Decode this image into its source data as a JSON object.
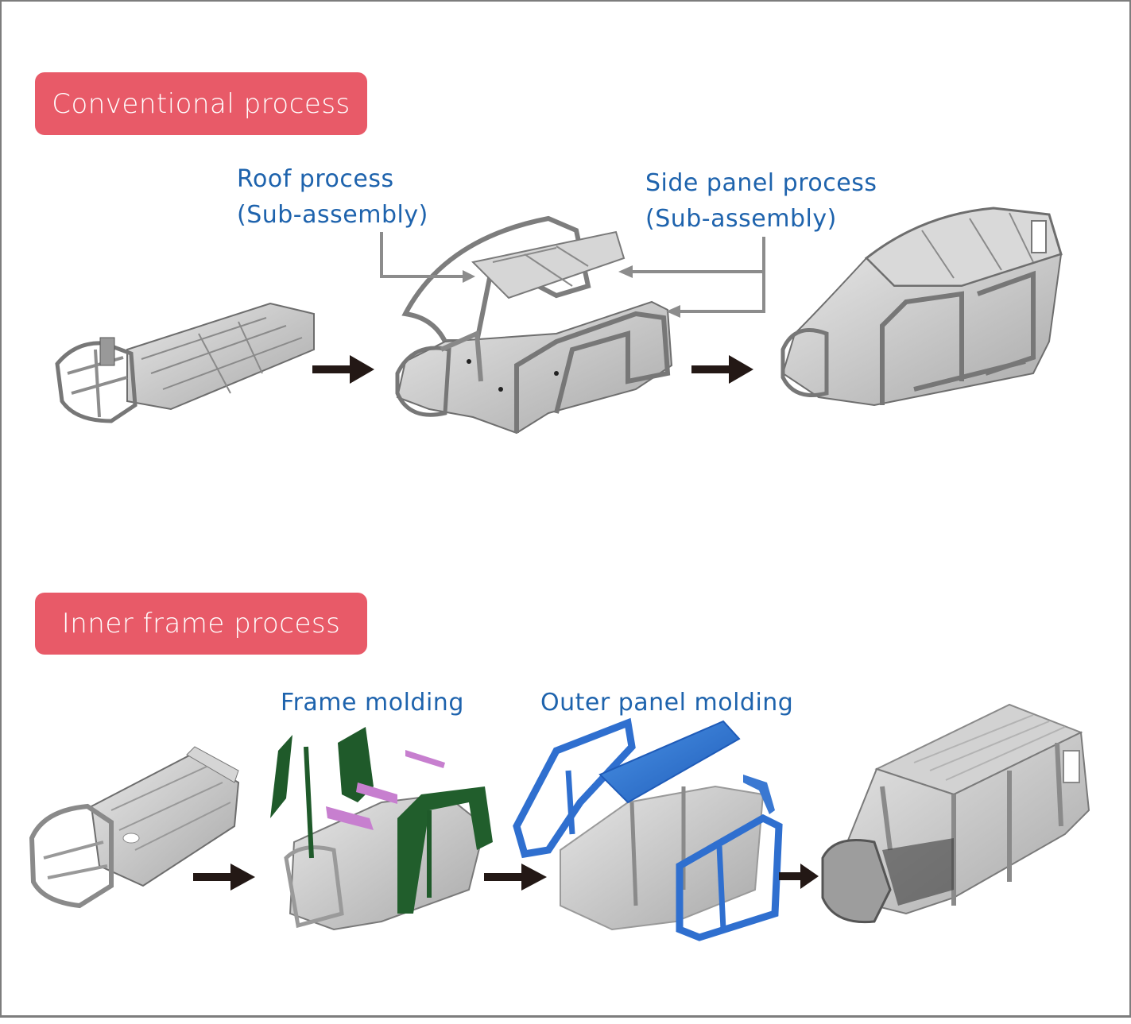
{
  "sections": {
    "conventional": {
      "title": "Conventional process",
      "labels": {
        "roof": [
          "Roof process",
          "(Sub-assembly)"
        ],
        "side": [
          "Side panel process",
          "(Sub-assembly)"
        ]
      },
      "stages": [
        "underbody",
        "roof-and-side-subassemblies",
        "completed-body"
      ]
    },
    "inner_frame": {
      "title": "Inner frame process",
      "labels": {
        "frame": "Frame molding",
        "outer": "Outer panel molding"
      },
      "stages": [
        "underbody",
        "frame-molding",
        "outer-panel-molding",
        "completed-body"
      ]
    }
  },
  "colors": {
    "badge": "#e85a68",
    "label_text": "#1e63ad",
    "callout_line": "#8c8c8c",
    "flow_arrow": "#231815",
    "steel": "#b9b9b9",
    "frame_part": "#1f5a2a",
    "reinforcement_part": "#c77fcf",
    "outer_panel": "#2f6fcf",
    "frame_border": "#7d7d7d"
  }
}
